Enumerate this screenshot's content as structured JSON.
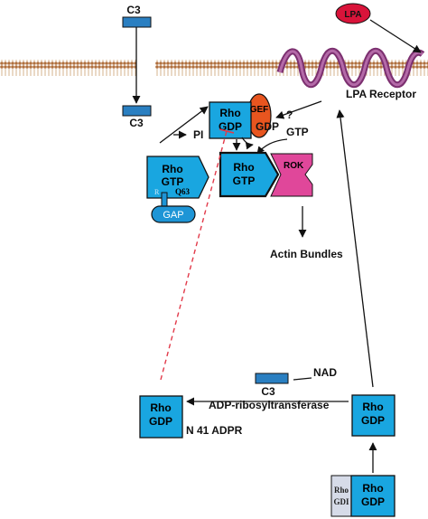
{
  "colors": {
    "rho_box": "#19a6e0",
    "gef": "#e8551f",
    "rok": "#e0479a",
    "lpa": "#d9143a",
    "c3_box": "#2a7fc1",
    "gap": "#1e95d6",
    "gdi": "#d6dbe8",
    "membrane": "#a86a3c",
    "receptor": "#8c3e7a",
    "dashed": "#e23a4a"
  },
  "labels": {
    "c3_top": "C3",
    "c3_mid": "C3",
    "lpa": "LPA",
    "lpa_receptor": "LPA Receptor",
    "rho_gdp_top_1": "Rho",
    "rho_gdp_top_2": "GDP",
    "gef": "GEF",
    "question": "?",
    "gdp": "GDP",
    "gtp": "GTP",
    "pi": "PI",
    "rho_gtp_left_1": "Rho",
    "rho_gtp_left_2": "GTP",
    "r": "R",
    "q63": "Q63",
    "gap": "GAP",
    "rho_gtp_mid_1": "Rho",
    "rho_gtp_mid_2": "GTP",
    "rok": "ROK",
    "actin": "Actin Bundles",
    "nad": "NAD",
    "c3_bottom": "C3",
    "adp_ribosyl": "ADP-ribosyltransferase",
    "rho_gdp_bl_1": "Rho",
    "rho_gdp_bl_2": "GDP",
    "n41": "N 41 ADPR",
    "rho_gdp_br_1": "Rho",
    "rho_gdp_br_2": "GDP",
    "rho_gdi_1": "Rho",
    "rho_gdi_2": "GDI",
    "rho_gdp_bottom_1": "Rho",
    "rho_gdp_bottom_2": "GDP"
  }
}
